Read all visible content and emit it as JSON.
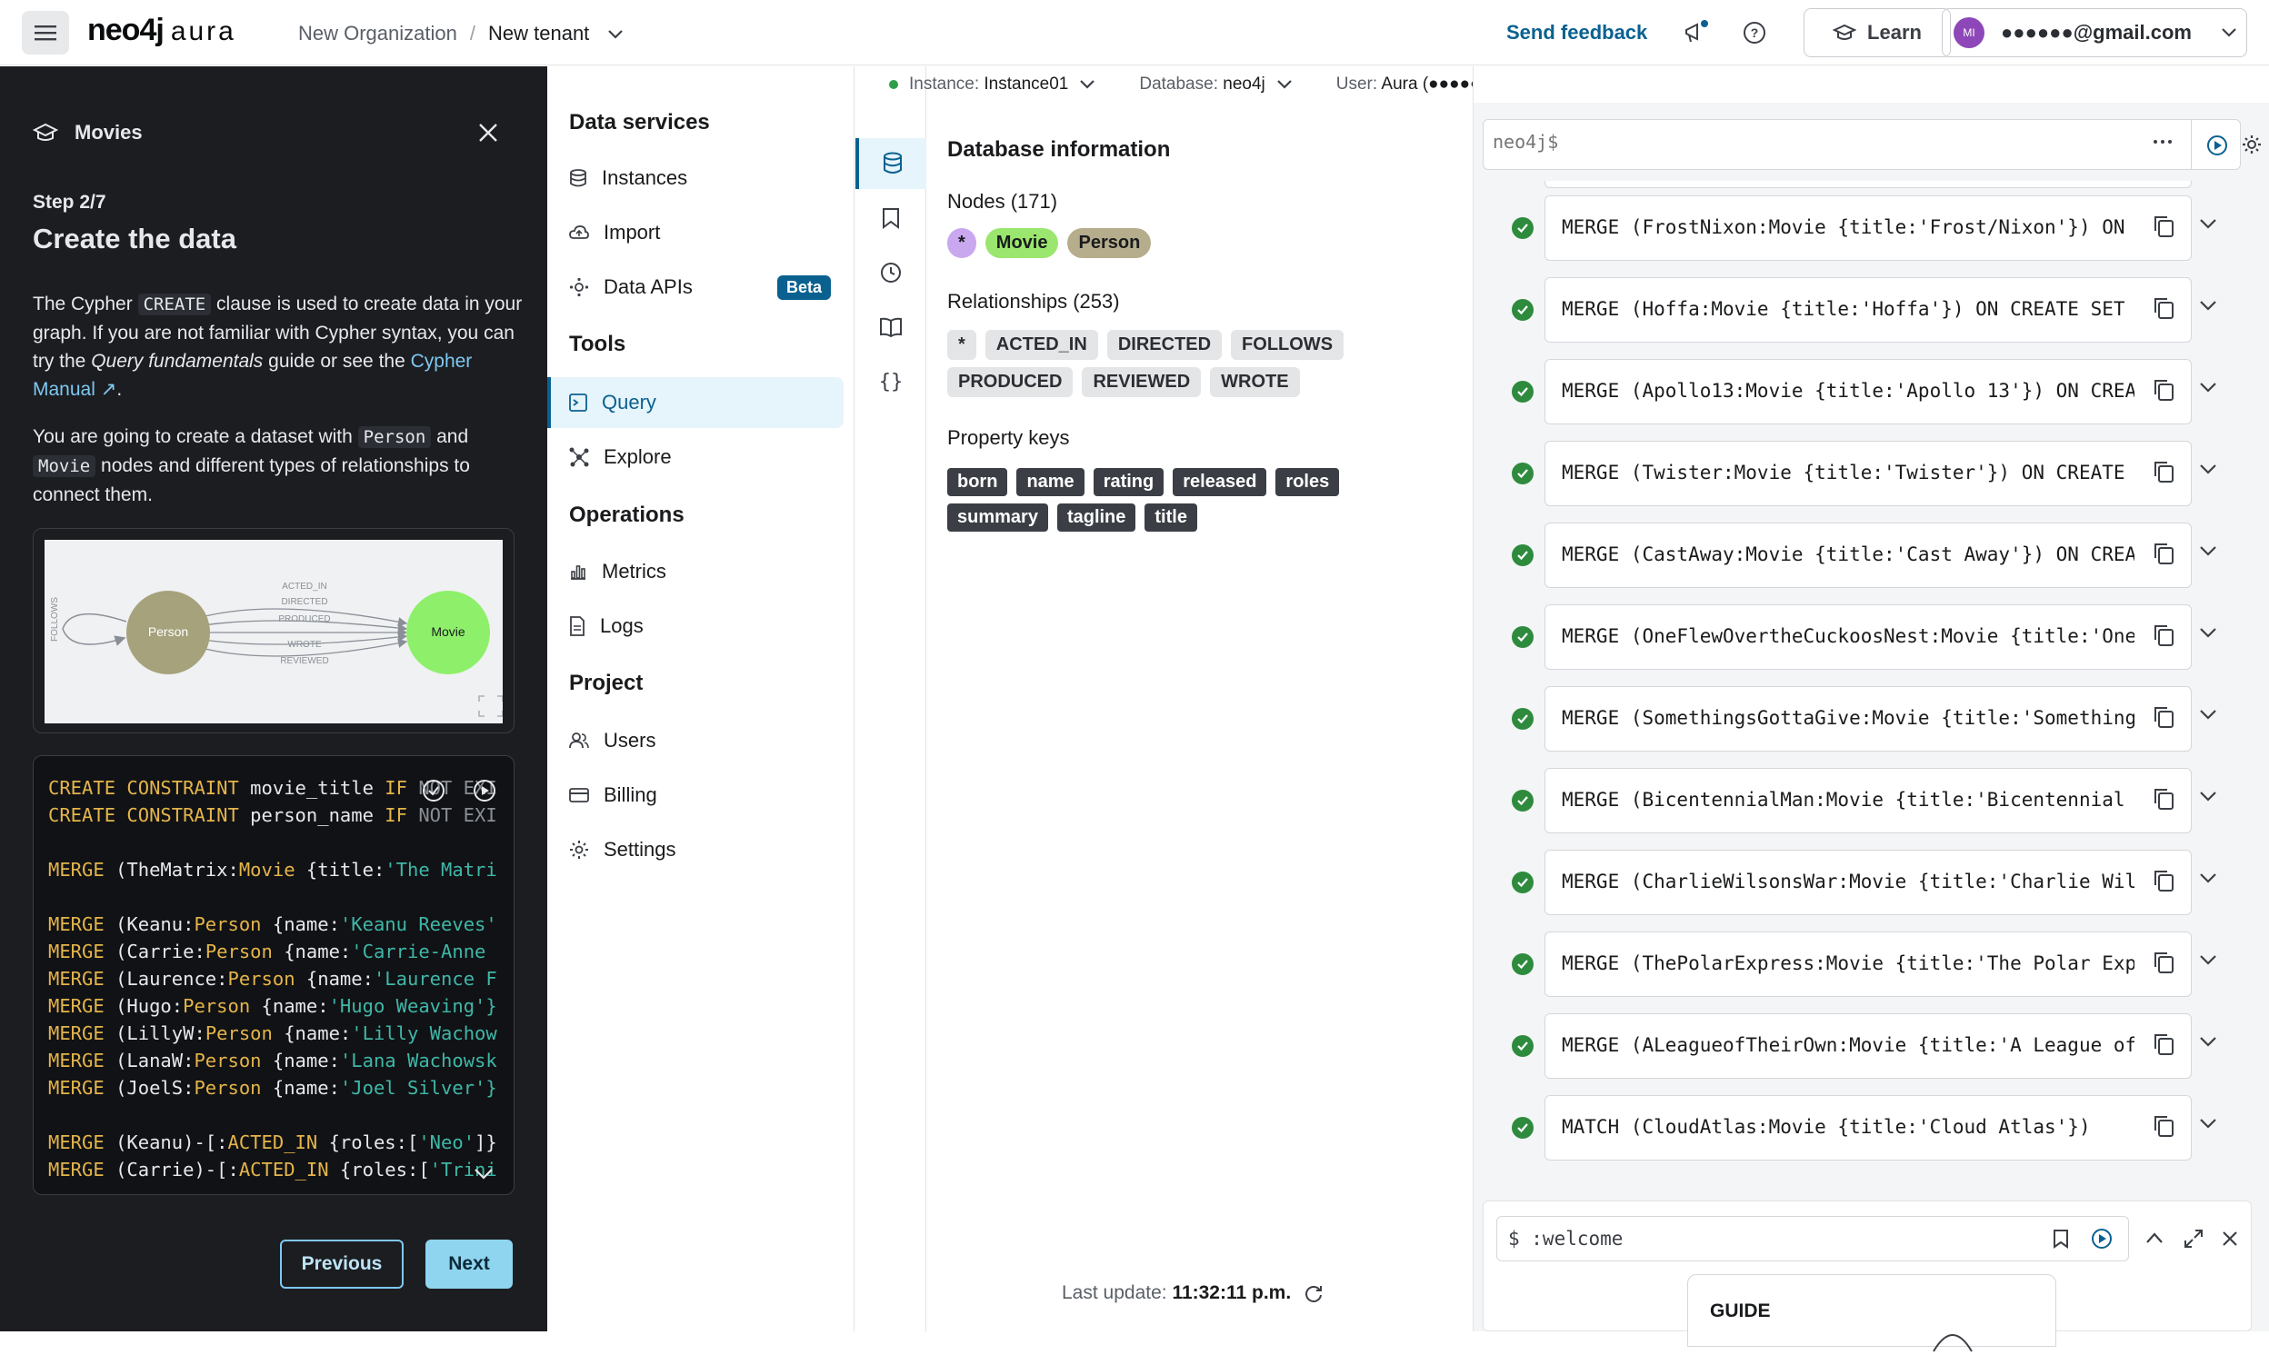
{
  "topbar": {
    "logo": "neo4j",
    "logo_suffix": "aura",
    "org": "New Organization",
    "tenant": "New tenant",
    "send_feedback": "Send feedback",
    "learn": "Learn",
    "avatar_initials": "MI",
    "email": "●●●●●●@gmail.com"
  },
  "guide": {
    "title": "Movies",
    "step": "Step 2/7",
    "heading": "Create the data",
    "p1_a": "The Cypher ",
    "p1_code": "CREATE",
    "p1_b": " clause is used to create data in your graph. If you are not familiar with Cypher syntax, you can try the ",
    "p1_em": "Query fundamentals",
    "p1_c": " guide or see the ",
    "p1_link": "Cypher Manual ↗",
    "p1_d": ".",
    "p2_a": "You are going to create a dataset with ",
    "p2_code1": "Person",
    "p2_b": " and ",
    "p2_code2": "Movie",
    "p2_c": " nodes and different types of relationships to connect them.",
    "diagram": {
      "node_person": "Person",
      "node_movie": "Movie",
      "self_rel": "FOLLOWS",
      "rels": [
        "ACTED_IN",
        "DIRECTED",
        "PRODUCED",
        "WROTE",
        "REVIEWED"
      ]
    },
    "code_lines": [
      [
        {
          "t": "CREATE CONSTRAINT ",
          "c": "kw"
        },
        {
          "t": "movie_title ",
          "c": ""
        },
        {
          "t": "IF ",
          "c": "kw"
        },
        {
          "t": "NOT EXI",
          "c": "dim"
        }
      ],
      [
        {
          "t": "CREATE CONSTRAINT ",
          "c": "kw"
        },
        {
          "t": "person_name ",
          "c": ""
        },
        {
          "t": "IF ",
          "c": "kw"
        },
        {
          "t": "NOT EXI",
          "c": "dim"
        }
      ],
      [],
      [
        {
          "t": "MERGE ",
          "c": "kw"
        },
        {
          "t": "(TheMatrix:",
          "c": ""
        },
        {
          "t": "Movie ",
          "c": "lbl"
        },
        {
          "t": "{title:",
          "c": ""
        },
        {
          "t": "'The Matri",
          "c": "str"
        }
      ],
      [],
      [
        {
          "t": "MERGE ",
          "c": "kw"
        },
        {
          "t": "(Keanu:",
          "c": ""
        },
        {
          "t": "Person ",
          "c": "lbl"
        },
        {
          "t": "{name:",
          "c": ""
        },
        {
          "t": "'Keanu Reeves'",
          "c": "str"
        }
      ],
      [
        {
          "t": "MERGE ",
          "c": "kw"
        },
        {
          "t": "(Carrie:",
          "c": ""
        },
        {
          "t": "Person ",
          "c": "lbl"
        },
        {
          "t": "{name:",
          "c": ""
        },
        {
          "t": "'Carrie-Anne ",
          "c": "str"
        }
      ],
      [
        {
          "t": "MERGE ",
          "c": "kw"
        },
        {
          "t": "(Laurence:",
          "c": ""
        },
        {
          "t": "Person ",
          "c": "lbl"
        },
        {
          "t": "{name:",
          "c": ""
        },
        {
          "t": "'Laurence F",
          "c": "str"
        }
      ],
      [
        {
          "t": "MERGE ",
          "c": "kw"
        },
        {
          "t": "(Hugo:",
          "c": ""
        },
        {
          "t": "Person ",
          "c": "lbl"
        },
        {
          "t": "{name:",
          "c": ""
        },
        {
          "t": "'Hugo Weaving'}",
          "c": "str"
        }
      ],
      [
        {
          "t": "MERGE ",
          "c": "kw"
        },
        {
          "t": "(LillyW:",
          "c": ""
        },
        {
          "t": "Person ",
          "c": "lbl"
        },
        {
          "t": "{name:",
          "c": ""
        },
        {
          "t": "'Lilly Wachow",
          "c": "str"
        }
      ],
      [
        {
          "t": "MERGE ",
          "c": "kw"
        },
        {
          "t": "(LanaW:",
          "c": ""
        },
        {
          "t": "Person ",
          "c": "lbl"
        },
        {
          "t": "{name:",
          "c": ""
        },
        {
          "t": "'Lana Wachowsk",
          "c": "str"
        }
      ],
      [
        {
          "t": "MERGE ",
          "c": "kw"
        },
        {
          "t": "(JoelS:",
          "c": ""
        },
        {
          "t": "Person ",
          "c": "lbl"
        },
        {
          "t": "{name:",
          "c": ""
        },
        {
          "t": "'Joel Silver'}",
          "c": "str"
        }
      ],
      [],
      [
        {
          "t": "MERGE ",
          "c": "kw"
        },
        {
          "t": "(Keanu)-[:",
          "c": ""
        },
        {
          "t": "ACTED_IN ",
          "c": "lbl"
        },
        {
          "t": "{roles:[",
          "c": ""
        },
        {
          "t": "'Neo'",
          "c": "str"
        },
        {
          "t": "]}",
          "c": ""
        }
      ],
      [
        {
          "t": "MERGE ",
          "c": "kw"
        },
        {
          "t": "(Carrie)-[:",
          "c": ""
        },
        {
          "t": "ACTED_IN ",
          "c": "lbl"
        },
        {
          "t": "{roles:[",
          "c": ""
        },
        {
          "t": "'Trini",
          "c": "str"
        }
      ]
    ],
    "prev": "Previous",
    "next": "Next"
  },
  "sidebar": {
    "sections": [
      {
        "title": "Data services",
        "items": [
          {
            "label": "Instances",
            "icon": "database-icon"
          },
          {
            "label": "Import",
            "icon": "cloud-upload-icon"
          },
          {
            "label": "Data APIs",
            "icon": "api-icon",
            "badge": "Beta"
          }
        ]
      },
      {
        "title": "Tools",
        "items": [
          {
            "label": "Query",
            "icon": "query-icon",
            "active": true
          },
          {
            "label": "Explore",
            "icon": "explore-icon"
          }
        ]
      },
      {
        "title": "Operations",
        "items": [
          {
            "label": "Metrics",
            "icon": "metrics-icon"
          },
          {
            "label": "Logs",
            "icon": "logs-icon"
          }
        ]
      },
      {
        "title": "Project",
        "items": [
          {
            "label": "Users",
            "icon": "users-icon"
          },
          {
            "label": "Billing",
            "icon": "billing-icon"
          },
          {
            "label": "Settings",
            "icon": "settings-icon"
          }
        ]
      }
    ]
  },
  "instance_bar": {
    "instance_label": "Instance:",
    "instance": "Instance01",
    "database_label": "Database:",
    "database": "neo4j",
    "user_label": "User:",
    "user": "Aura (●●●●●●@gmail.com)"
  },
  "dbinfo": {
    "title": "Database information",
    "nodes_label": "Nodes (171)",
    "nodes": [
      {
        "label": "*",
        "color": "#c9a8f0"
      },
      {
        "label": "Movie",
        "color": "#9ae66e"
      },
      {
        "label": "Person",
        "color": "#b5ad8c"
      }
    ],
    "rels_label": "Relationships (253)",
    "rels": [
      "*",
      "ACTED_IN",
      "DIRECTED",
      "FOLLOWS",
      "PRODUCED",
      "REVIEWED",
      "WROTE"
    ],
    "props_label": "Property keys",
    "props": [
      "born",
      "name",
      "rating",
      "released",
      "roles",
      "summary",
      "tagline",
      "title"
    ],
    "last_update_label": "Last update:",
    "last_update": "11:32:11 p.m."
  },
  "results": {
    "editor_placeholder": "neo4j$",
    "frames": [
      "MERGE (FrostNixon:Movie {title:'Frost/Nixon'}) ON",
      "MERGE (Hoffa:Movie {title:'Hoffa'}) ON CREATE SET",
      "MERGE (Apollo13:Movie {title:'Apollo 13'}) ON CREA",
      "MERGE (Twister:Movie {title:'Twister'}) ON CREATE",
      "MERGE (CastAway:Movie {title:'Cast Away'}) ON CREA",
      "MERGE (OneFlewOvertheCuckoosNest:Movie {title:'One",
      "MERGE (SomethingsGottaGive:Movie {title:'Something",
      "MERGE (BicentennialMan:Movie {title:'Bicentennial",
      "MERGE (CharlieWilsonsWar:Movie {title:'Charlie Wil",
      "MERGE (ThePolarExpress:Movie {title:'The Polar Exp",
      "MERGE (ALeagueofTheirOwn:Movie {title:'A League of",
      "MATCH (CloudAtlas:Movie {title:'Cloud Atlas'})"
    ],
    "command": "$ :welcome",
    "guide_card": "GUIDE"
  }
}
